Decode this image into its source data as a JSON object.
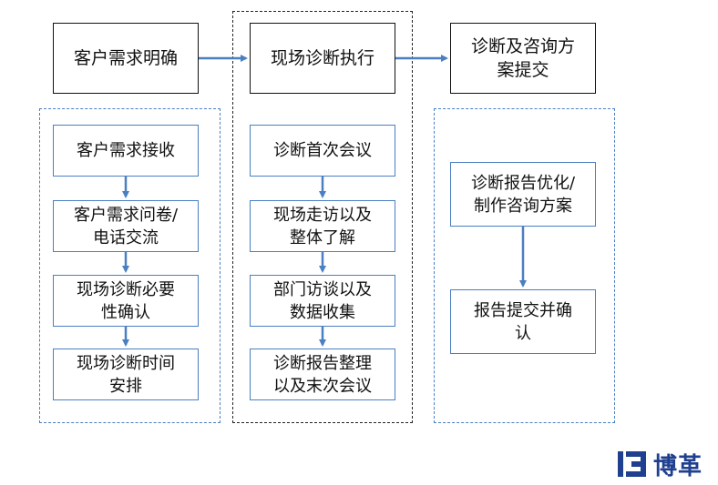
{
  "header": {
    "step1": "客户需求明确",
    "step2": "现场诊断执行",
    "step3_line1": "诊断及咨询方",
    "step3_line2": "案提交"
  },
  "column1": {
    "box1": "客户需求接收",
    "box2_line1": "客户需求问卷/",
    "box2_line2": "电话交流",
    "box3_line1": "现场诊断必要",
    "box3_line2": "性确认",
    "box4_line1": "现场诊断时间",
    "box4_line2": "安排"
  },
  "column2": {
    "box1": "诊断首次会议",
    "box2_line1": "现场走访以及",
    "box2_line2": "整体了解",
    "box3_line1": "部门访谈以及",
    "box3_line2": "数据收集",
    "box4_line1": "诊断报告整理",
    "box4_line2": "以及末次会议"
  },
  "column3": {
    "box1_line1": "诊断报告优化/",
    "box1_line2": "制作咨询方案",
    "box2_line1": "报告提交并确",
    "box2_line2": "认"
  },
  "logo": {
    "text": "博革"
  },
  "colors": {
    "arrow": "#4a7fc1",
    "logo": "#1f3f8f"
  }
}
